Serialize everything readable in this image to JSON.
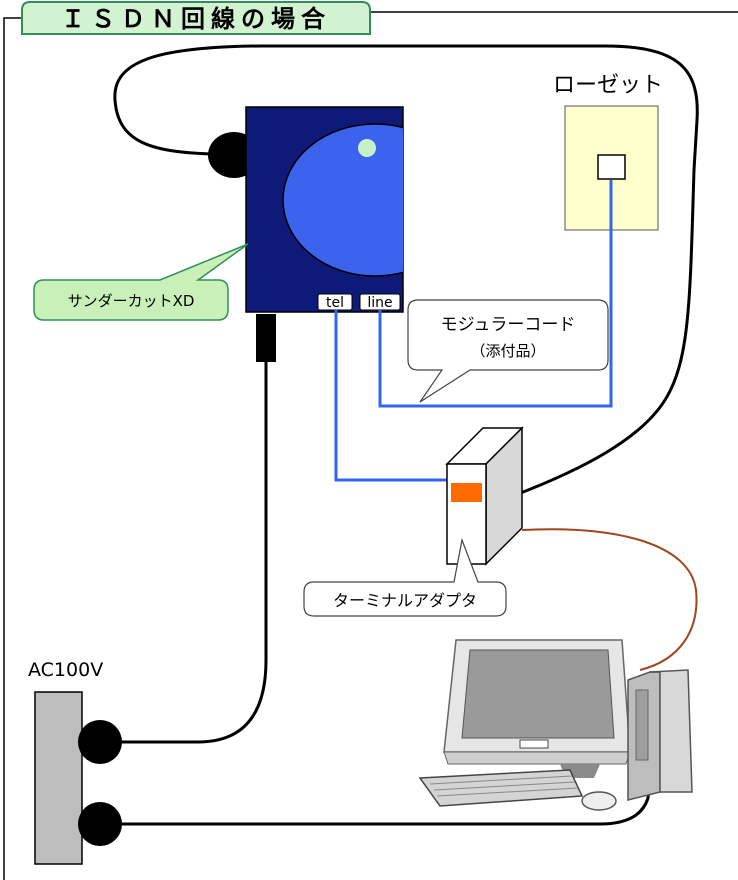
{
  "title": "ＩＳＤＮ回線の場合",
  "labels": {
    "rosette": "ローゼット",
    "device": "サンダーカットXD",
    "port_tel": "tel",
    "port_line": "line",
    "modular_cord_line1": "モジュラーコード",
    "modular_cord_line2": "（添付品）",
    "terminal_adapter": "ターミナルアダプタ",
    "ac_power": "AC100V"
  },
  "colors": {
    "title_bg": "#d2f2d2",
    "title_border": "#2f8f5a",
    "device_body": "#0e1a78",
    "device_disc": "#3c63ee",
    "device_led": "#c8f0c8",
    "rosette_bg": "#ffffcc",
    "callout_green": "#c8f0b8",
    "blue_cable": "#3366ee",
    "brown_cable": "#a0461e",
    "ta_indicator": "#ff6a00",
    "power_strip": "#bdbdbd"
  }
}
